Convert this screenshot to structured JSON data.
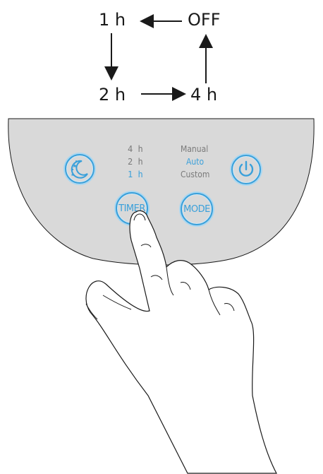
{
  "cycle": {
    "items": [
      "1 h",
      "OFF",
      "4 h",
      "2 h"
    ]
  },
  "panel": {
    "timer_options": [
      "4 h",
      "2 h",
      "1 h"
    ],
    "timer_selected": "1 h",
    "mode_options": [
      "Manual",
      "Auto",
      "Custom"
    ],
    "mode_selected": "Auto",
    "timer_button_label": "TIMER",
    "mode_button_label": "MODE",
    "sleep_icon": "moon-stars-icon",
    "power_icon": "power-icon"
  },
  "colors": {
    "panel_fill": "#d9d9d9",
    "accent": "#3aa0da",
    "text_inactive": "#7a7a7a"
  }
}
